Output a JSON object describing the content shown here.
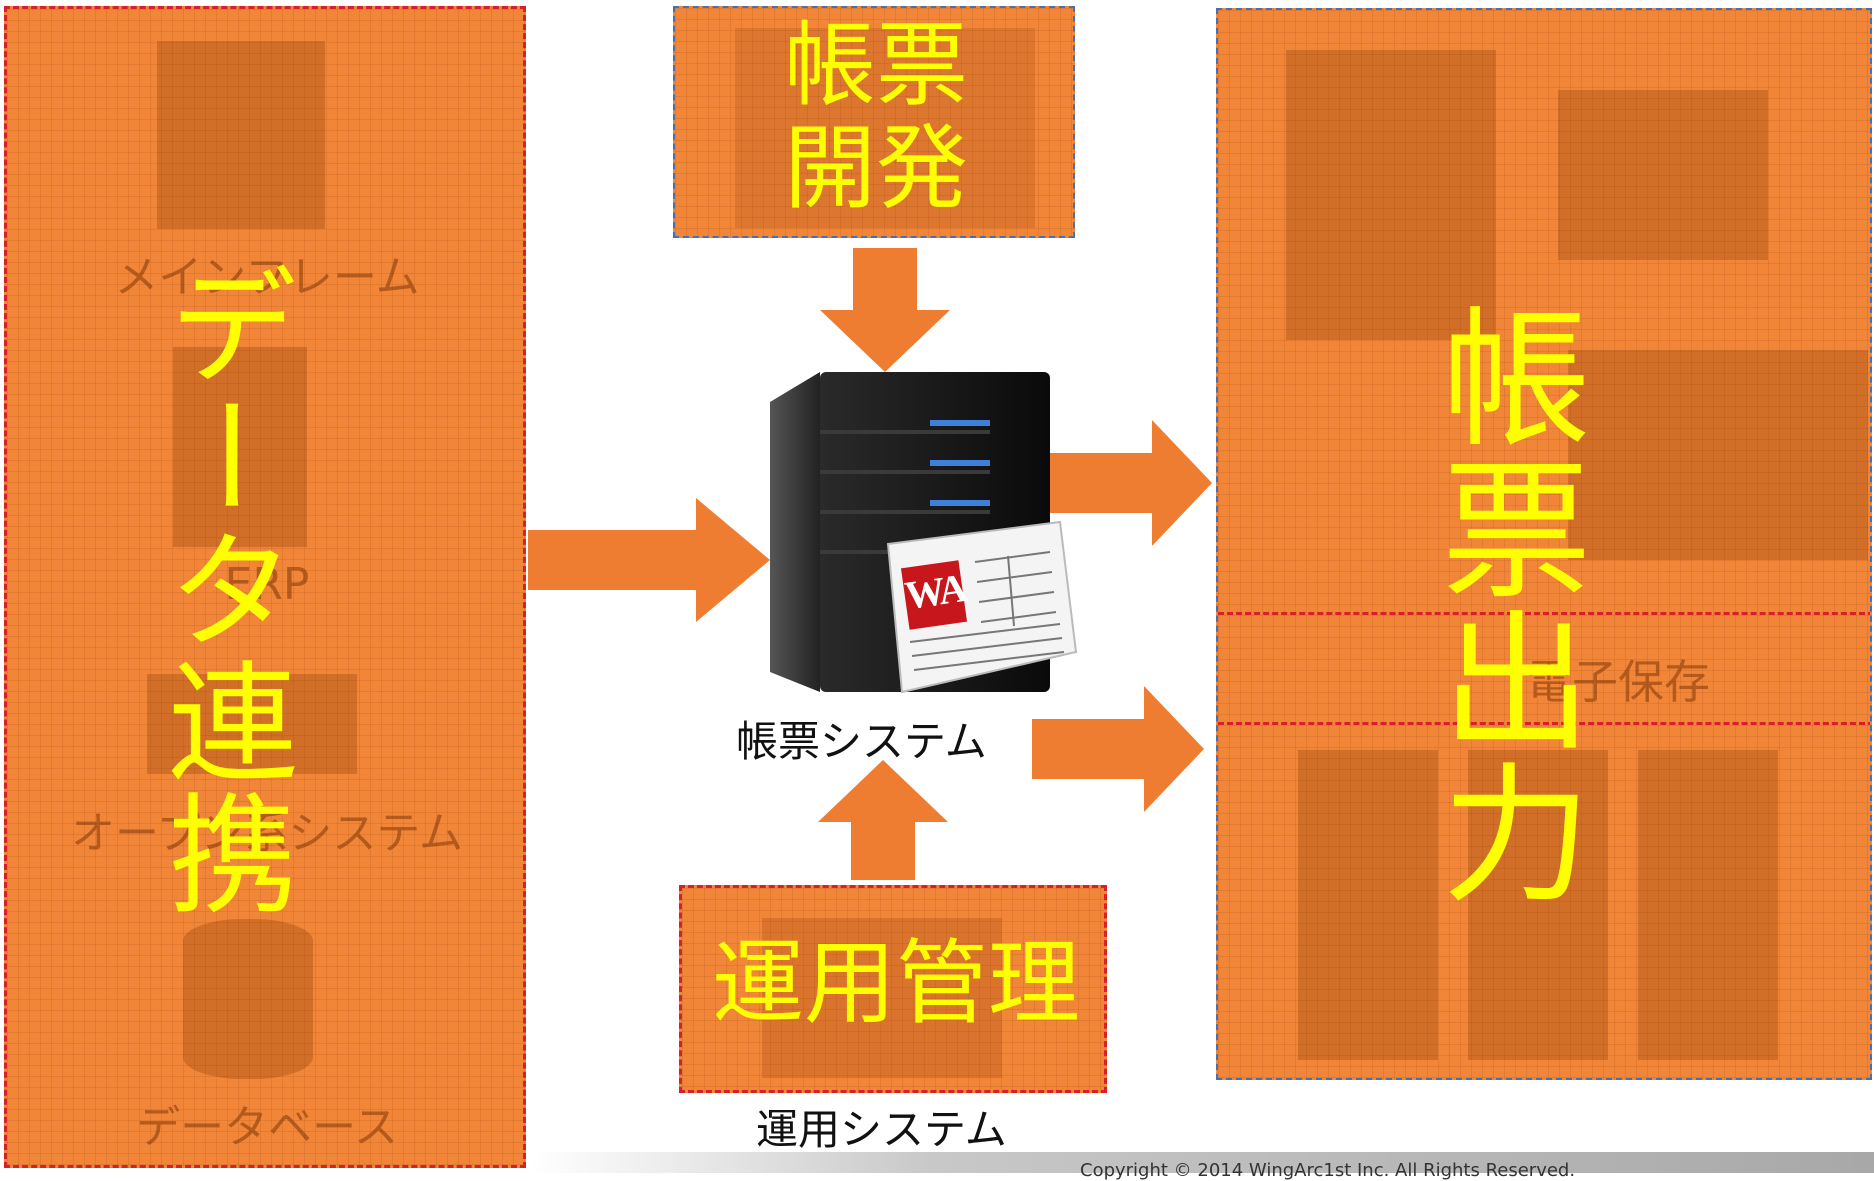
{
  "left_panel": {
    "title": "データ連携",
    "items": [
      "メインフレーム",
      "ERP",
      "オープン系システム",
      "データベース"
    ]
  },
  "top_panel": {
    "title": "帳票開発"
  },
  "bottom_panel": {
    "title": "運用管理",
    "caption": "運用システム"
  },
  "center": {
    "caption": "帳票システム",
    "logo_text": "WA"
  },
  "right_panel": {
    "title": "帳票出力",
    "items": [
      "電子保存"
    ]
  },
  "footer": {
    "text": "Copyright © 2014 WingArc1st Inc. All Rights Reserved."
  },
  "colors": {
    "panel": "#f07c28",
    "arrow": "#ef7d31",
    "title": "#ffff00",
    "border": "#d8202a"
  }
}
